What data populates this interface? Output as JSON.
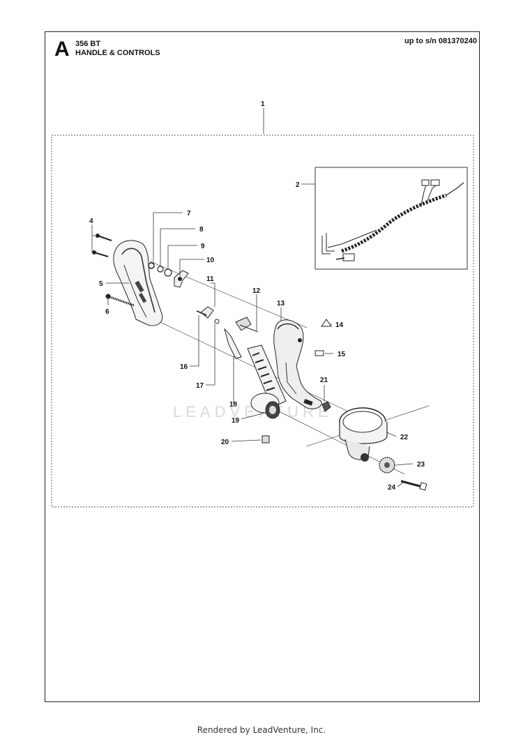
{
  "header": {
    "section_letter": "A",
    "model": "356 BT",
    "title": "HANDLE & CONTROLS",
    "serial_range": "up to s/n 081370240"
  },
  "callouts": [
    "1",
    "2",
    "4",
    "5",
    "6",
    "7",
    "8",
    "9",
    "10",
    "11",
    "12",
    "13",
    "14",
    "15",
    "16",
    "17",
    "18",
    "19",
    "20",
    "21",
    "22",
    "23",
    "24"
  ],
  "watermark": "LEADVENTURE",
  "footer": "Rendered by LeadVenture, Inc."
}
